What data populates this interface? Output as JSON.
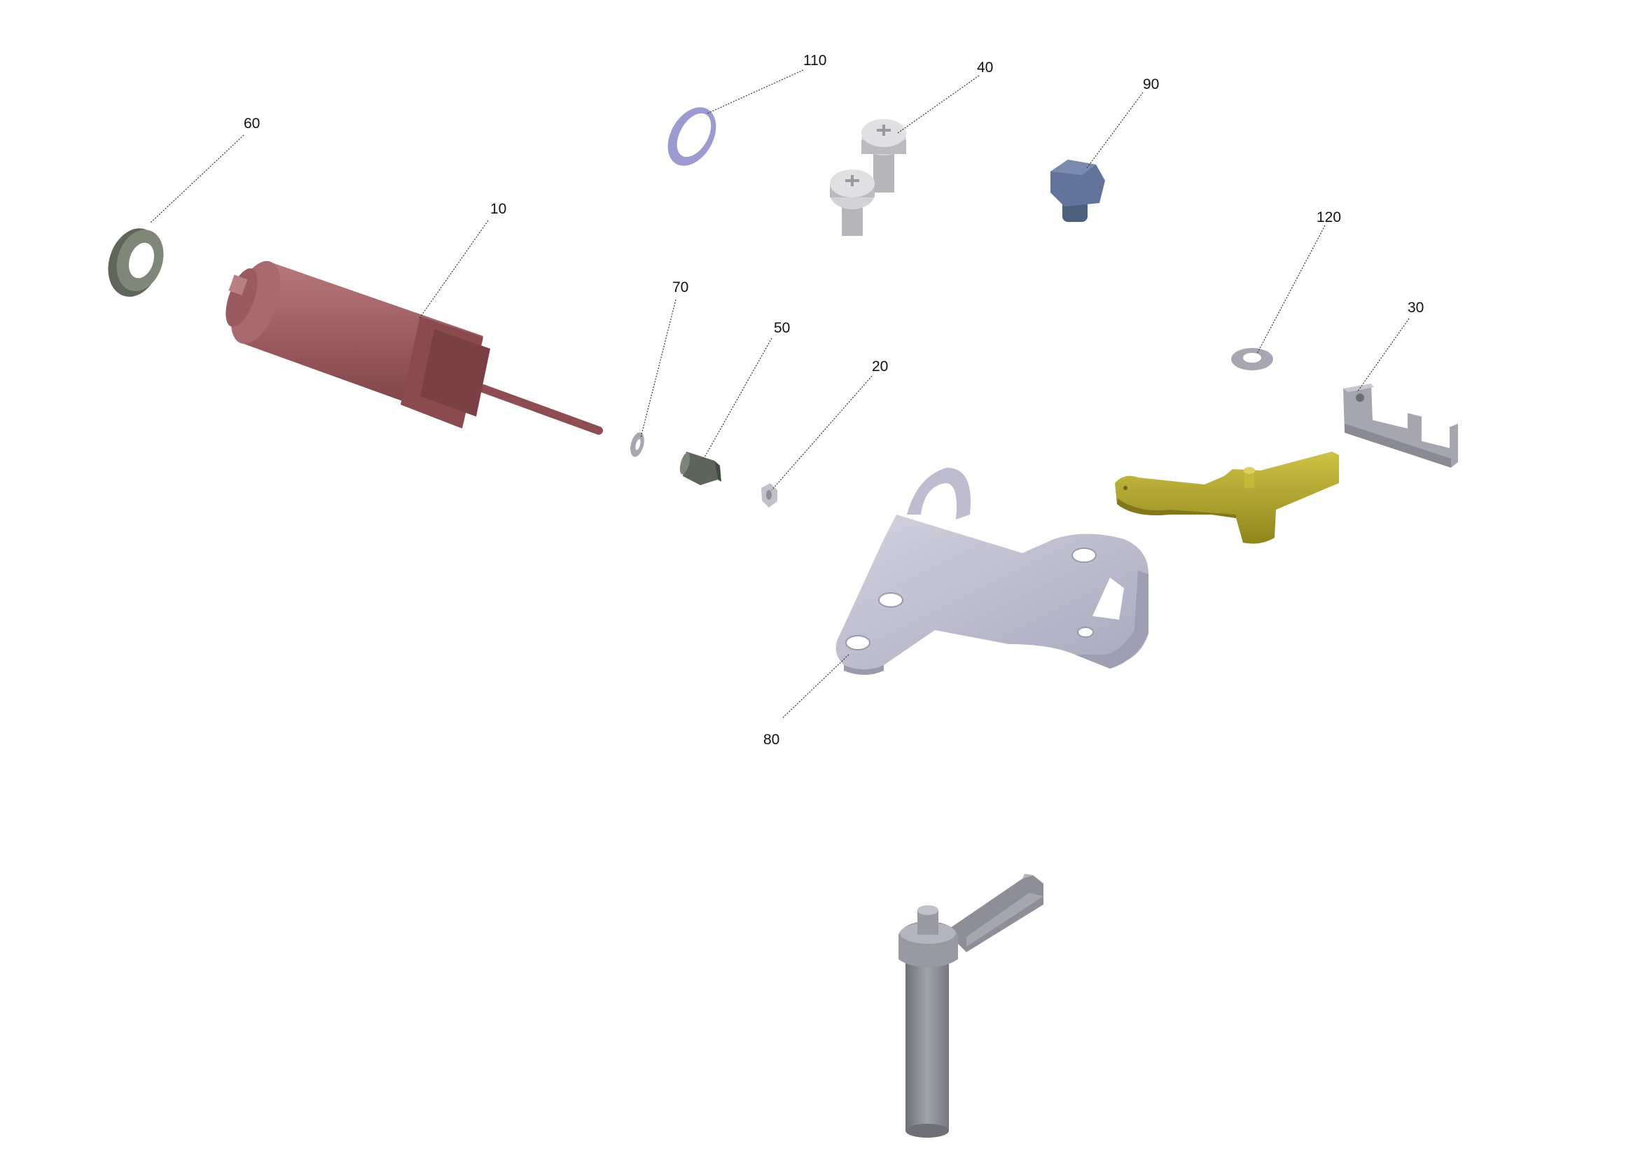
{
  "diagram": {
    "callouts": [
      {
        "id": "10",
        "label": "10"
      },
      {
        "id": "20",
        "label": "20"
      },
      {
        "id": "30",
        "label": "30"
      },
      {
        "id": "40",
        "label": "40"
      },
      {
        "id": "50",
        "label": "50"
      },
      {
        "id": "60",
        "label": "60"
      },
      {
        "id": "70",
        "label": "70"
      },
      {
        "id": "80",
        "label": "80"
      },
      {
        "id": "90",
        "label": "90"
      },
      {
        "id": "110",
        "label": "110"
      },
      {
        "id": "120",
        "label": "120"
      }
    ],
    "colors": {
      "solenoid": "#9b5a5f",
      "ring_nut": "#6f7868",
      "o_ring": "#a9a9d6",
      "screw": "#c4c4c6",
      "hex_plug": "#5f6f92",
      "washer": "#b8b8c2",
      "spacer": "#646c62",
      "bracket": "#b9b9cb",
      "lever": "#b0a52a",
      "stop_plate": "#a4a4ae",
      "shaft_lever": "#8e8e98"
    }
  }
}
